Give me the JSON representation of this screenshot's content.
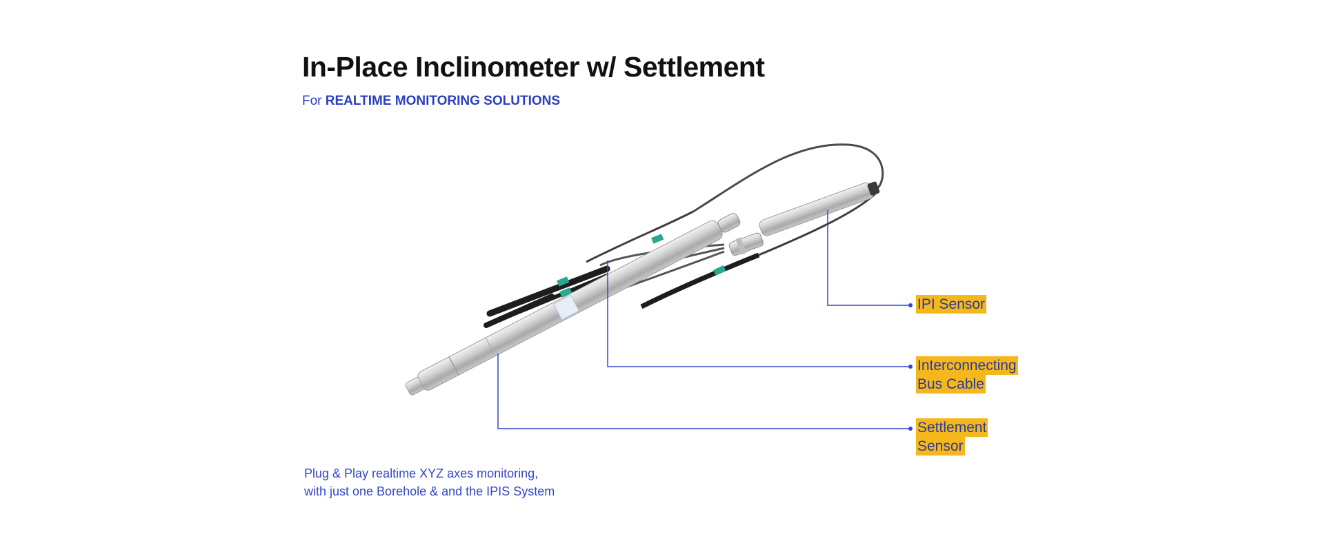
{
  "header": {
    "title": "In-Place Inclinometer w/ Settlement",
    "subtitle_prefix": "For",
    "subtitle_strong": "REALTIME MONITORING SOLUTIONS"
  },
  "callouts": {
    "ipi_sensor": "IPI Sensor",
    "bus_cable_line1": "Interconnecting",
    "bus_cable_line2": "Bus Cable",
    "settlement_line1": "Settlement",
    "settlement_line2": "Sensor"
  },
  "description": {
    "line1": "Plug & Play realtime XYZ axes monitoring,",
    "line2": "with just one Borehole & and the IPIS System"
  },
  "colors": {
    "accent_blue": "#2a3fbf",
    "highlight": "#f5b81c",
    "title": "#111111"
  }
}
